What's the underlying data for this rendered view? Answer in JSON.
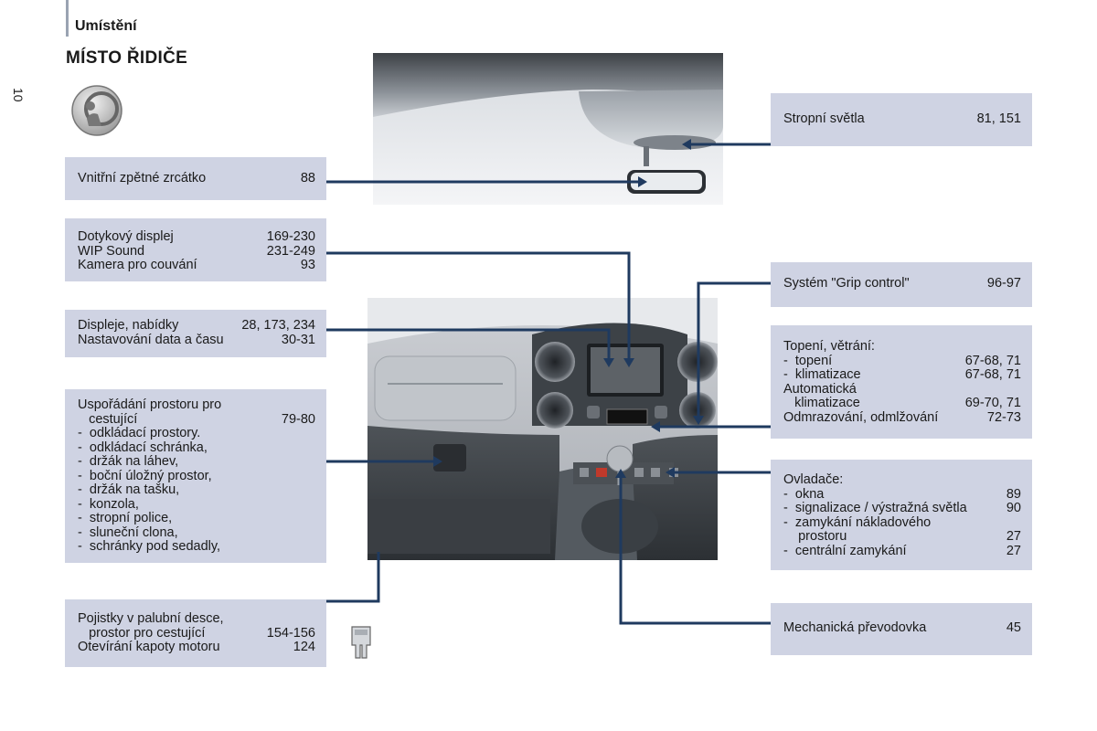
{
  "header": {
    "section": "Umístění",
    "title": "MÍSTO ŘIDIČE",
    "page_number": "10"
  },
  "icons": {
    "top": "steering-wheel-driver-icon",
    "bottom": "fuse-icon"
  },
  "colors": {
    "box_bg": "#cfd3e3",
    "line": "#1f3a5f",
    "accent_bar": "#9aa3b2"
  },
  "boxes": {
    "mirror": {
      "lines": [
        {
          "text": "Vnitřní zpětné zrcátko",
          "pages": "88"
        }
      ]
    },
    "display": {
      "lines": [
        {
          "text": "Dotykový displej",
          "pages": "169-230"
        },
        {
          "text": "WIP Sound",
          "pages": "231-249"
        },
        {
          "text": "Kamera pro couvání",
          "pages": "93"
        }
      ]
    },
    "screens": {
      "lines": [
        {
          "text": "Displeje, nabídky",
          "pages": "28, 173, 234"
        },
        {
          "text": "Nastavování data a času",
          "pages": "30-31"
        }
      ]
    },
    "storage": {
      "lines": [
        {
          "text": "Uspořádání prostoru pro",
          "pages": ""
        },
        {
          "text": "   cestující",
          "pages": "79-80"
        },
        {
          "text": "-  odkládací prostory.",
          "pages": ""
        },
        {
          "text": "-  odkládací schránka,",
          "pages": ""
        },
        {
          "text": "-  držák na láhev,",
          "pages": ""
        },
        {
          "text": "-  boční úložný prostor,",
          "pages": ""
        },
        {
          "text": "-  držák na tašku,",
          "pages": ""
        },
        {
          "text": "-  konzola,",
          "pages": ""
        },
        {
          "text": "-  stropní police,",
          "pages": ""
        },
        {
          "text": "-  sluneční clona,",
          "pages": ""
        },
        {
          "text": "-  schránky pod sedadly,",
          "pages": ""
        }
      ]
    },
    "fuses": {
      "lines": [
        {
          "text": "Pojistky v palubní desce,",
          "pages": ""
        },
        {
          "text": "   prostor pro cestující",
          "pages": "154-156"
        },
        {
          "text": "Otevírání kapoty motoru",
          "pages": "124"
        }
      ]
    },
    "ceiling": {
      "lines": [
        {
          "text": "Stropní světla",
          "pages": "81, 151"
        }
      ]
    },
    "grip": {
      "lines": [
        {
          "text": "Systém \"Grip control\"",
          "pages": "96-97"
        }
      ]
    },
    "heating": {
      "lines": [
        {
          "text": "Topení, větrání:",
          "pages": ""
        },
        {
          "text": "-  topení",
          "pages": "67-68, 71"
        },
        {
          "text": "-  klimatizace",
          "pages": "67-68, 71"
        },
        {
          "text": "Automatická",
          "pages": ""
        },
        {
          "text": "   klimatizace",
          "pages": "69-70, 71"
        },
        {
          "text": "Odmrazování, odmlžování",
          "pages": "72-73"
        }
      ]
    },
    "controls": {
      "lines": [
        {
          "text": "Ovladače:",
          "pages": ""
        },
        {
          "text": "-  okna",
          "pages": "89"
        },
        {
          "text": "-  signalizace / výstražná světla",
          "pages": "90"
        },
        {
          "text": "-  zamykání nákladového",
          "pages": ""
        },
        {
          "text": "    prostoru",
          "pages": "27"
        },
        {
          "text": "-  centrální zamykání",
          "pages": "27"
        }
      ]
    },
    "gearbox": {
      "lines": [
        {
          "text": "Mechanická převodovka",
          "pages": "45"
        }
      ]
    }
  }
}
